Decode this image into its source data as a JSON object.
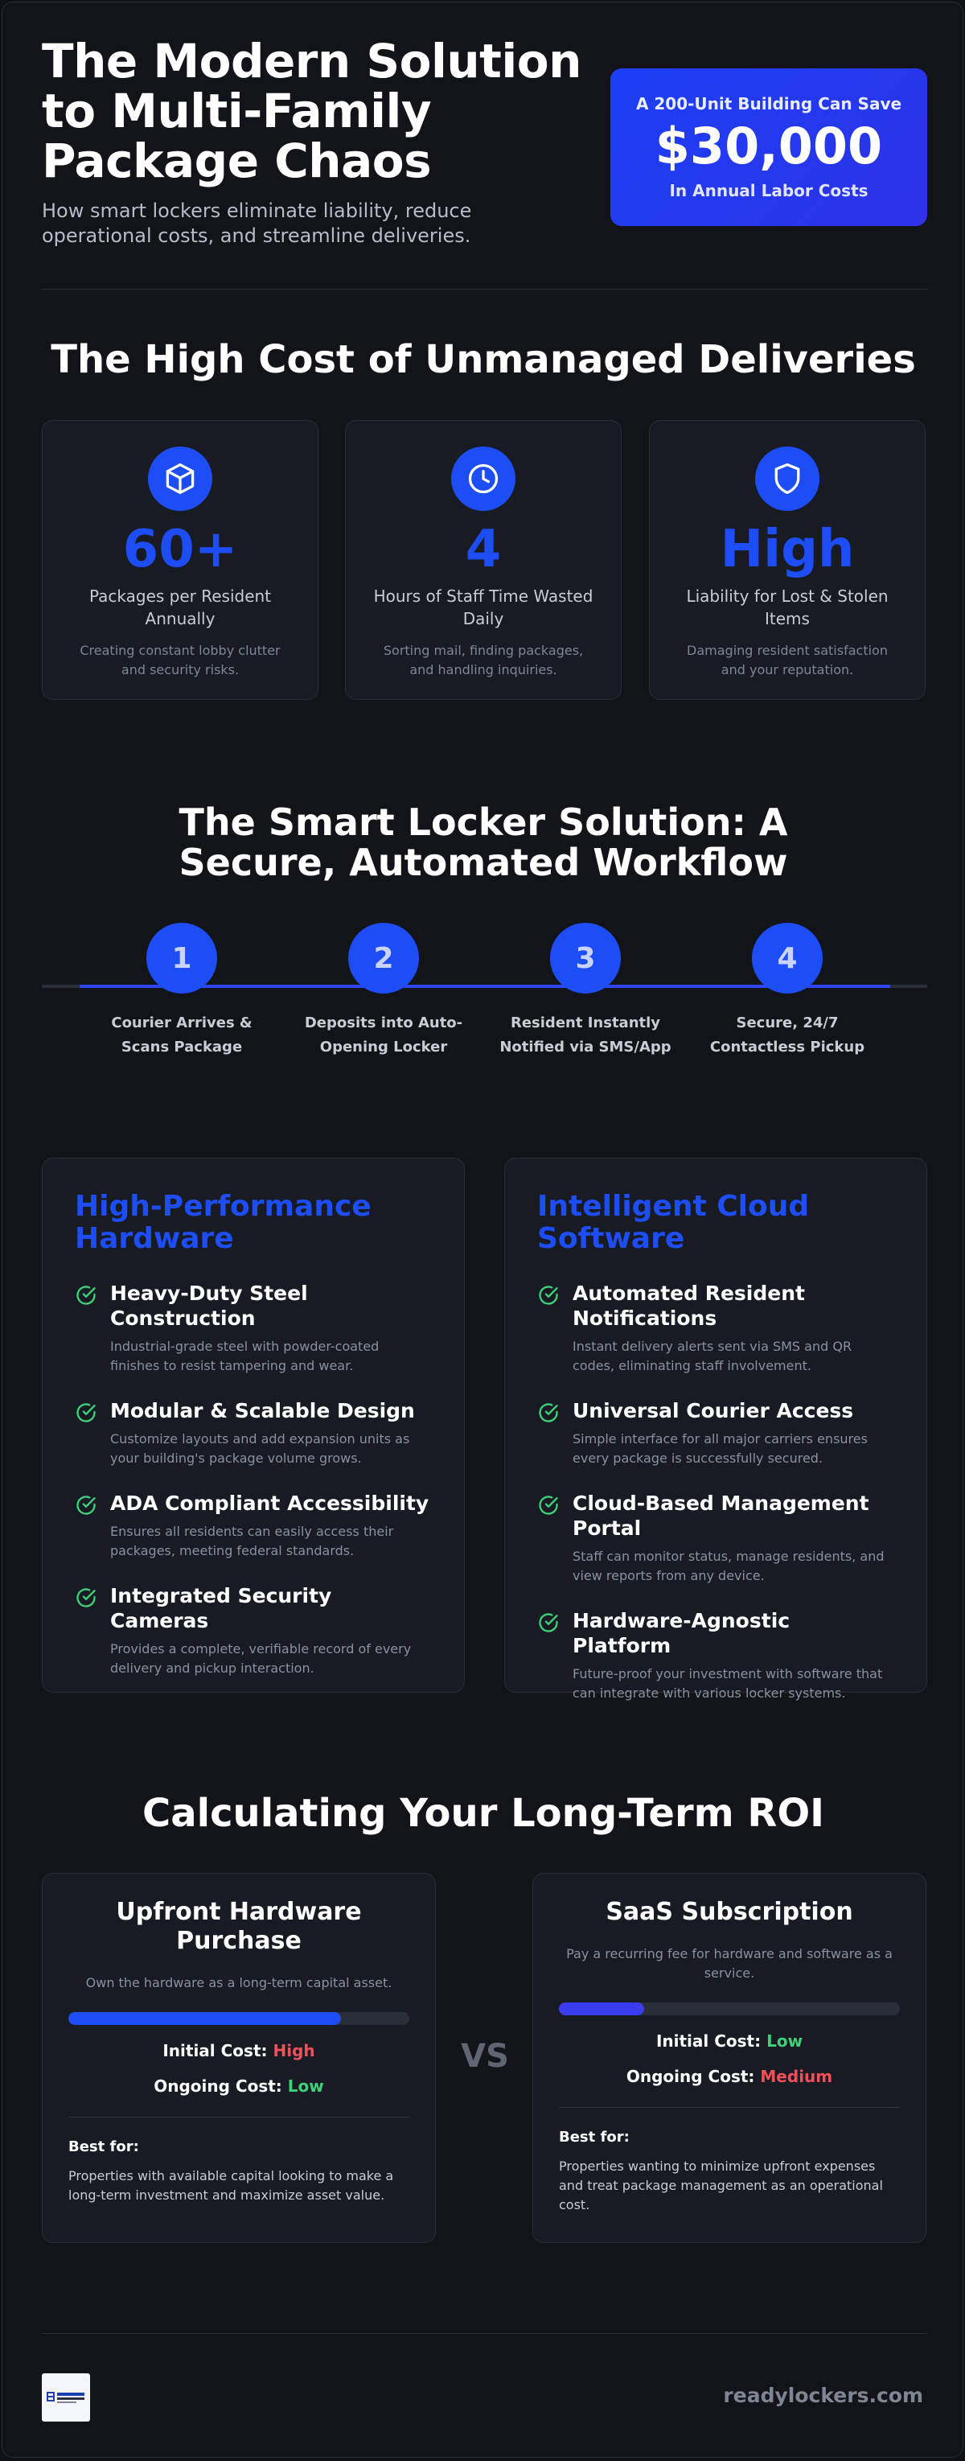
{
  "header": {
    "title": "The Modern Solution to Multi-Family Package Chaos",
    "subtitle": "How smart lockers eliminate liability, reduce operational costs, and streamline deliveries.",
    "savings": {
      "top": "A 200-Unit Building Can Save",
      "amount": "$30,000",
      "bottom": "In Annual Labor Costs"
    }
  },
  "costs": {
    "title": "The High Cost of Unmanaged Deliveries",
    "cards": [
      {
        "icon": "package-icon",
        "value": "60+",
        "label": "Packages per Resident Annually",
        "desc": "Creating constant lobby clutter and security risks."
      },
      {
        "icon": "clock-icon",
        "value": "4",
        "label": "Hours of Staff Time Wasted Daily",
        "desc": "Sorting mail, finding packages, and handling inquiries."
      },
      {
        "icon": "shield-icon",
        "value": "High",
        "label": "Liability for Lost & Stolen Items",
        "desc": "Damaging resident satisfaction and your reputation."
      }
    ]
  },
  "workflow": {
    "title": "The Smart Locker Solution: A Secure, Automated Workflow",
    "steps": [
      {
        "num": "1",
        "label": "Courier Arrives & Scans Package"
      },
      {
        "num": "2",
        "label": "Deposits into Auto-Opening Locker"
      },
      {
        "num": "3",
        "label": "Resident Instantly Notified via SMS/App"
      },
      {
        "num": "4",
        "label": "Secure, 24/7 Contactless Pickup"
      }
    ]
  },
  "hardware": {
    "title": "High-Performance Hardware",
    "items": [
      {
        "name": "Heavy-Duty Steel Construction",
        "desc": "Industrial-grade steel with powder-coated finishes to resist tampering and wear."
      },
      {
        "name": "Modular & Scalable Design",
        "desc": "Customize layouts and add expansion units as your building's package volume grows."
      },
      {
        "name": "ADA Compliant Accessibility",
        "desc": "Ensures all residents can easily access their packages, meeting federal standards."
      },
      {
        "name": "Integrated Security Cameras",
        "desc": "Provides a complete, verifiable record of every delivery and pickup interaction."
      }
    ]
  },
  "software": {
    "title": "Intelligent Cloud Software",
    "items": [
      {
        "name": "Automated Resident Notifications",
        "desc": "Instant delivery alerts sent via SMS and QR codes, eliminating staff involvement."
      },
      {
        "name": "Universal Courier Access",
        "desc": "Simple interface for all major carriers ensures every package is successfully secured."
      },
      {
        "name": "Cloud-Based Management Portal",
        "desc": "Staff can monitor status, manage residents, and view reports from any device."
      },
      {
        "name": "Hardware-Agnostic Platform",
        "desc": "Future-proof your investment with software that can integrate with various locker systems."
      }
    ]
  },
  "roi": {
    "title": "Calculating Your Long-Term ROI",
    "vs": "VS",
    "options": [
      {
        "title": "Upfront Hardware Purchase",
        "subtitle": "Own the hardware as a long-term capital asset.",
        "bar_level": 0.8,
        "bar_color": "#1d4df5",
        "initial_label": "Initial Cost:",
        "initial_value": "High",
        "ongoing_label": "Ongoing Cost:",
        "ongoing_value": "Low",
        "best_for_label": "Best for:",
        "best_for": "Properties with available capital looking to make a long-term investment and maximize asset value."
      },
      {
        "title": "SaaS Subscription",
        "subtitle": "Pay a recurring fee for hardware and software as a service.",
        "bar_level": 0.25,
        "bar_color": "#3a3cf0",
        "initial_label": "Initial Cost:",
        "initial_value": "Low",
        "ongoing_label": "Ongoing Cost:",
        "ongoing_value": "Medium",
        "best_for_label": "Best for:",
        "best_for": "Properties wanting to minimize upfront expenses and treat package management as an operational cost."
      }
    ]
  },
  "footer": {
    "url": "readylockers.com",
    "logo_text": "READY LOCKERS"
  }
}
